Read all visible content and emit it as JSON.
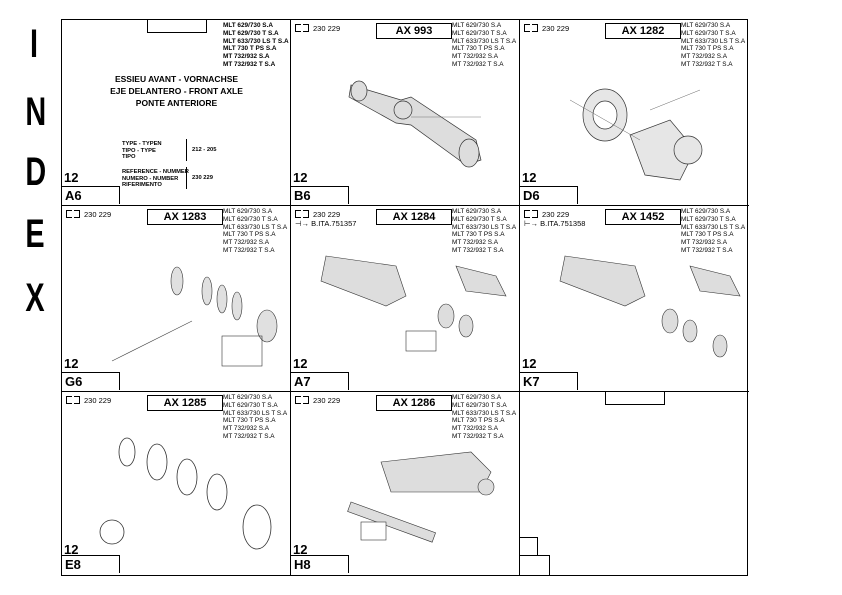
{
  "index_letters": [
    "I",
    "N",
    "D",
    "E",
    "X"
  ],
  "cover": {
    "models": [
      "MLT 629/730 S.A",
      "MLT 629/730 T S.A",
      "MLT 633/730 LS  T S.A",
      "MLT 730 T PS S.A",
      "MT 732/932 S.A",
      "MT 732/932 T S.A"
    ],
    "title_lines": [
      "ESSIEU AVANT - VORNACHSE",
      "EJE DELANTERO - FRONT AXLE",
      "PONTE ANTERIORE"
    ],
    "type_labels": [
      "TYPE - TYPEN",
      "TIPO - TYPE",
      "TIPO"
    ],
    "type_value": "212 - 205",
    "ref_labels": [
      "REFERENCE - NUMMER",
      "NUMERO - NUMBER",
      "RIFERIMENTO"
    ],
    "ref_value": "230 229",
    "page": "12",
    "code": "A6"
  },
  "cells": [
    {
      "ref": "230 229",
      "prev": "",
      "ax": "AX 993",
      "models": [
        "MLT 629/730 S.A",
        "MLT 629/730 T S.A",
        "MLT 633/730 LS  T S.A",
        "MLT 730 T PS S.A",
        "MT 732/932 S.A",
        "MT 732/932 T S.A"
      ],
      "page": "12",
      "code": "B6"
    },
    {
      "ref": "230 229",
      "prev": "",
      "ax": "AX 1282",
      "models": [
        "MLT 629/730 S.A",
        "MLT 629/730 T S.A",
        "MLT 633/730 LS  T S.A",
        "MLT 730 T PS S.A",
        "MT 732/932 S.A",
        "MT 732/932 T S.A"
      ],
      "page": "12",
      "code": "D6"
    },
    {
      "ref": "230 229",
      "prev": "",
      "ax": "AX 1283",
      "models": [
        "MLT 629/730 S.A",
        "MLT 629/730 T S.A",
        "MLT 633/730 LS  T S.A",
        "MLT 730 T PS S.A",
        "MT 732/932 S.A",
        "MT 732/932 T S.A"
      ],
      "page": "12",
      "code": "G6"
    },
    {
      "ref": "230 229",
      "prev": "B.ITA.751357",
      "ax": "AX 1284",
      "models": [
        "MLT 629/730 S.A",
        "MLT 629/730 T S.A",
        "MLT 633/730 LS  T S.A",
        "MLT 730 T PS S.A",
        "MT 732/932 S.A",
        "MT 732/932 T S.A"
      ],
      "page": "12",
      "code": "A7"
    },
    {
      "ref": "230 229",
      "prev": "B.ITA.751358",
      "ax": "AX 1452",
      "models": [
        "MLT 629/730 S.A",
        "MLT 629/730 T S.A",
        "MLT 633/730 LS  T S.A",
        "MLT 730 T PS S.A",
        "MT 732/932 S.A",
        "MT 732/932 T S.A"
      ],
      "page": "12",
      "code": "K7"
    },
    {
      "ref": "230 229",
      "prev": "",
      "ax": "AX 1285",
      "models": [
        "MLT 629/730 S.A",
        "MLT 629/730 T S.A",
        "MLT 633/730 LS  T S.A",
        "MLT 730 T PS S.A",
        "MT 732/932 S.A",
        "MT 732/932 T S.A"
      ],
      "page": "12",
      "code": "E8"
    },
    {
      "ref": "230 229",
      "prev": "",
      "ax": "AX 1286",
      "models": [
        "MLT 629/730 S.A",
        "MLT 629/730 T S.A",
        "MLT 633/730 LS  T S.A",
        "MLT 730 T PS S.A",
        "MT 732/932 S.A",
        "MT 732/932 T S.A"
      ],
      "page": "12",
      "code": "H8"
    }
  ]
}
